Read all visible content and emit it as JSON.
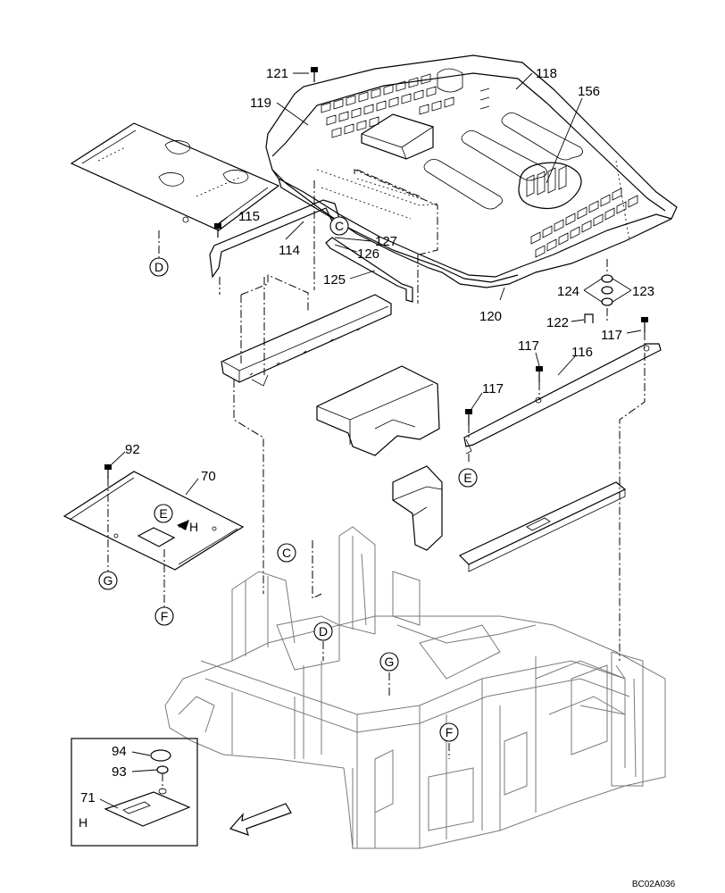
{
  "part_numbers": {
    "n121": "121",
    "n118": "118",
    "n119": "119",
    "n156": "156",
    "n115": "115",
    "n114": "114",
    "n127": "127",
    "n126": "126",
    "n125": "125",
    "n124": "124",
    "n123": "123",
    "n120": "120",
    "n122": "122",
    "n117a": "117",
    "n117b": "117",
    "n117c": "117",
    "n116": "116",
    "n92": "92",
    "n70": "70",
    "n94": "94",
    "n93": "93",
    "n71": "71"
  },
  "reference_letters": {
    "c_top": "C",
    "d_panel": "D",
    "e_right": "E",
    "e_plate": "E",
    "h_plate": "H",
    "g_plate": "G",
    "f_plate": "F",
    "c_frame": "C",
    "d_frame": "D",
    "g_frame": "G",
    "f_frame": "F",
    "h_inset": "H"
  },
  "drawing_code": "BC02A036"
}
